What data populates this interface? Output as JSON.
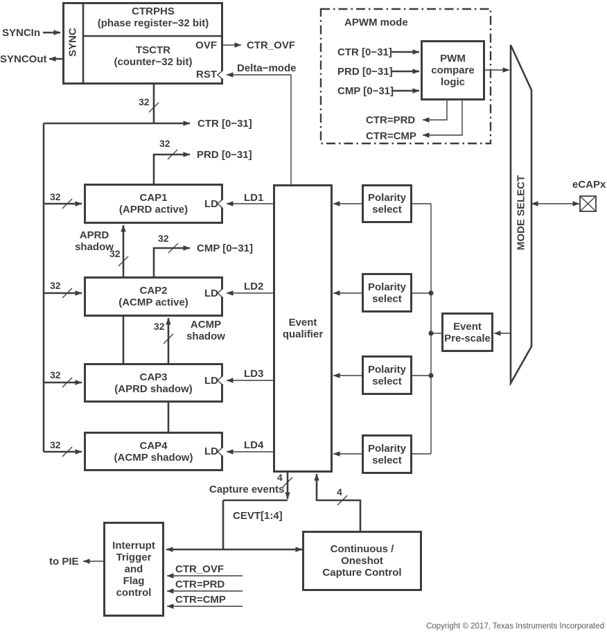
{
  "sync_unit": {
    "sync": "SYNC",
    "ctrphs": "CTRPHS\n(phase register−32  bit)",
    "tsctr": "TSCTR\n(counter−32  bit)",
    "ovf": "OVF",
    "rst": "RST"
  },
  "io": {
    "syncin": "SYNCIn",
    "syncout": "SYNCOut",
    "ctr_ovf": "CTR_OVF",
    "delta_mode": "Delta−mode",
    "to_pie": "to PIE",
    "ecapx": "eCAPx"
  },
  "buses": {
    "ctr": "CTR [0−31]",
    "prd": "PRD [0−31]",
    "cmp": "CMP [0−31]",
    "w32": "32",
    "w4": "4",
    "aprd_shadow": "APRD\nshadow",
    "acmp_shadow": "ACMP\nshadow",
    "capture_events": "Capture events",
    "cevt": "CEVT[1:4]"
  },
  "blocks": {
    "cap1": "CAP1\n(APRD active)",
    "cap2": "CAP2\n(ACMP active)",
    "cap3": "CAP3\n(APRD shadow)",
    "cap4": "CAP4\n(ACMP shadow)",
    "ld": "LD",
    "event_qualifier": "Event\nqualifier",
    "polarity_select": "Polarity\nselect",
    "event_prescale": "Event\nPre-scale",
    "mode_select": "MODE SELECT",
    "interrupt": "Interrupt\nTrigger\nand\nFlag\ncontrol",
    "oneshot": "Continuous /\nOneshot\nCapture Control"
  },
  "ld_signals": {
    "ld1": "LD1",
    "ld2": "LD2",
    "ld3": "LD3",
    "ld4": "LD4"
  },
  "apwm": {
    "title": "APWM  mode",
    "pwm_logic": "PWM\ncompare\nlogic",
    "in_ctr": "CTR [0−31]",
    "in_prd": "PRD [0−31]",
    "in_cmp": "CMP [0−31]",
    "ctr_eq_prd": "CTR=PRD",
    "ctr_eq_cmp": "CTR=CMP"
  },
  "interrupt_inputs": {
    "ctr_ovf": "CTR_OVF",
    "ctr_eq_prd": "CTR=PRD",
    "ctr_eq_cmp": "CTR=CMP"
  },
  "footer": {
    "copyright": "Copyright © 2017, Texas Instruments Incorporated"
  },
  "colors": {
    "line": "#3d3d3d",
    "text": "#3d3d3d",
    "background": "#ffffff"
  }
}
